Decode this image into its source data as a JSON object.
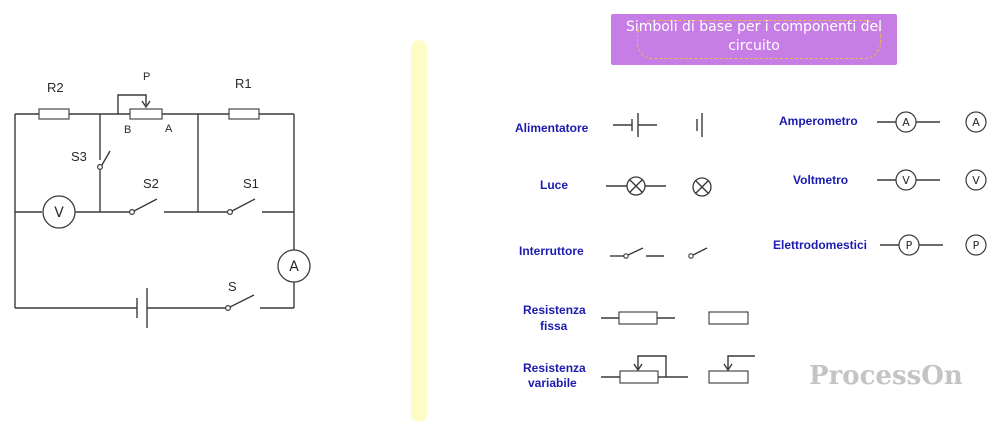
{
  "circuit": {
    "labels": {
      "r2": "R2",
      "r1": "R1",
      "p": "P",
      "b": "B",
      "a": "A",
      "s3": "S3",
      "s2": "S2",
      "s1": "S1",
      "s": "S",
      "voltmeter": "V",
      "ammeter": "A"
    }
  },
  "legend": {
    "title": "Simboli di base per i componenti del circuito",
    "items": [
      {
        "label": "Alimentatore"
      },
      {
        "label": "Luce"
      },
      {
        "label": "Interruttore"
      },
      {
        "label_line1": "Resistenza",
        "label_line2": "fissa"
      },
      {
        "label_line1": "Resistenza",
        "label_line2": "variabile"
      },
      {
        "label": "Amperometro",
        "symbol": "A"
      },
      {
        "label": "Voltmetro",
        "symbol": "V"
      },
      {
        "label": "Elettrodomestici",
        "symbol": "P"
      }
    ]
  },
  "watermark": "ProcessOn",
  "colors": {
    "title_bg": "#c77de6",
    "title_border": "#f1b84a",
    "legend_text": "#1b1bb0",
    "divider": "#fdfcc6",
    "wire": "#3a3a3a"
  }
}
